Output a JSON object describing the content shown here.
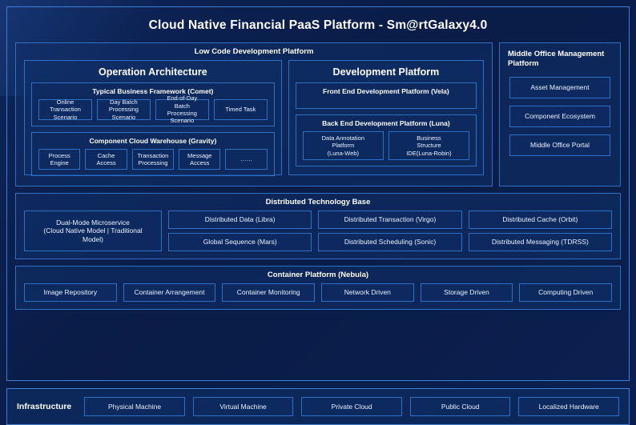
{
  "title": "Cloud Native Financial PaaS Platform - Sm@rtGalaxy4.0",
  "low_code": {
    "title": "Low Code Development Platform",
    "operation_architecture": {
      "title": "Operation Architecture",
      "typical_business": {
        "title": "Typical Business Framework (Comet)",
        "items": [
          "Online Transaction\nScenario",
          "Day Batch Processing\nScenario",
          "End-of-Day Batch\nProcessing Scenario",
          "Timed Task"
        ]
      },
      "component_cloud": {
        "title": "Component Cloud Warehouse (Gravity)",
        "items": [
          "Process\nEngine",
          "Cache\nAccess",
          "Transaction\nProcessing",
          "Message\nAccess",
          "……"
        ]
      }
    },
    "development_platform": {
      "title": "Development Platform",
      "front_end": {
        "title": "Front End Development Platform (Vela)"
      },
      "back_end": {
        "title": "Back End Development Platform (Luna)",
        "items": [
          "Data Annotation\nPlatform\n(Luna-Web)",
          "Business\nStructure\nIDE(Luna-Robin)"
        ]
      }
    }
  },
  "middle_office": {
    "title": "Middle Office Management Platform",
    "items": [
      "Asset Management",
      "Component Ecosystem",
      "Middle Office Portal"
    ]
  },
  "distributed": {
    "title": "Distributed Technology Base",
    "dual_mode": "Dual-Mode Microservice\n(Cloud Native Model | Traditional\nModel)",
    "items": [
      "Distributed Data (Libra)",
      "Distributed Transaction (Virgo)",
      "Distributed Cache (Orbit)",
      "Global Sequence (Mars)",
      "Distributed Scheduling (Sonic)",
      "Distributed Messaging (TDRSS)"
    ]
  },
  "container": {
    "title": "Container Platform (Nebula)",
    "items": [
      "Image Repository",
      "Container Arrangement",
      "Container Monitoring",
      "Network Driven",
      "Storage Driven",
      "Computing Driven"
    ]
  },
  "infrastructure": {
    "label": "Infrastructure",
    "items": [
      "Physical Machine",
      "Virtual Machine",
      "Private Cloud",
      "Public Cloud",
      "Localized Hardware"
    ]
  },
  "colors": {
    "background": "#0a1f4d",
    "border": "#2f6fc4",
    "outer_border": "#3f7fd4",
    "text": "#ffffff"
  }
}
